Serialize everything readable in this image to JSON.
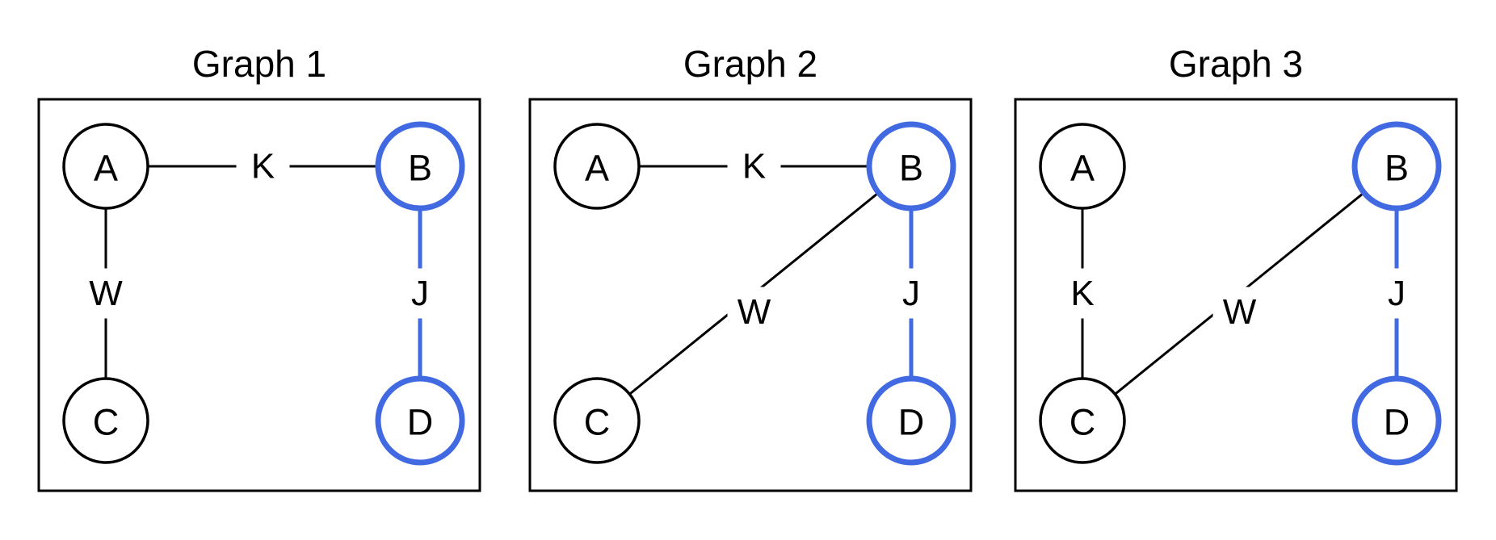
{
  "colors": {
    "edge": "#000000",
    "highlight": "#4169E1",
    "node_fill": "#ffffff",
    "text": "#000000",
    "box_border": "#000000",
    "background": "#ffffff"
  },
  "graphs": [
    {
      "title": "Graph 1",
      "nodes": [
        {
          "id": "A",
          "position": "top-left",
          "highlight": false
        },
        {
          "id": "B",
          "position": "top-right",
          "highlight": true
        },
        {
          "id": "C",
          "position": "bottom-left",
          "highlight": false
        },
        {
          "id": "D",
          "position": "bottom-right",
          "highlight": true
        }
      ],
      "edges": [
        {
          "from": "A",
          "to": "B",
          "label": "K",
          "highlight": false
        },
        {
          "from": "A",
          "to": "C",
          "label": "W",
          "highlight": false
        },
        {
          "from": "B",
          "to": "D",
          "label": "J",
          "highlight": true
        }
      ]
    },
    {
      "title": "Graph 2",
      "nodes": [
        {
          "id": "A",
          "position": "top-left",
          "highlight": false
        },
        {
          "id": "B",
          "position": "top-right",
          "highlight": true
        },
        {
          "id": "C",
          "position": "bottom-left",
          "highlight": false
        },
        {
          "id": "D",
          "position": "bottom-right",
          "highlight": true
        }
      ],
      "edges": [
        {
          "from": "A",
          "to": "B",
          "label": "K",
          "highlight": false
        },
        {
          "from": "C",
          "to": "B",
          "label": "W",
          "highlight": false
        },
        {
          "from": "B",
          "to": "D",
          "label": "J",
          "highlight": true
        }
      ]
    },
    {
      "title": "Graph 3",
      "nodes": [
        {
          "id": "A",
          "position": "top-left",
          "highlight": false
        },
        {
          "id": "B",
          "position": "top-right",
          "highlight": true
        },
        {
          "id": "C",
          "position": "bottom-left",
          "highlight": false
        },
        {
          "id": "D",
          "position": "bottom-right",
          "highlight": true
        }
      ],
      "edges": [
        {
          "from": "A",
          "to": "C",
          "label": "K",
          "highlight": false
        },
        {
          "from": "C",
          "to": "B",
          "label": "W",
          "highlight": false
        },
        {
          "from": "B",
          "to": "D",
          "label": "J",
          "highlight": true
        }
      ]
    }
  ]
}
